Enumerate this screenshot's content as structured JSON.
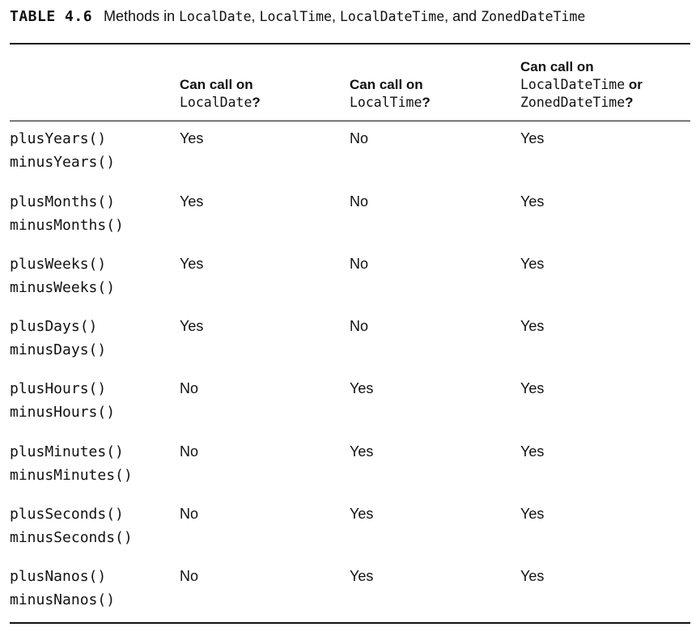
{
  "caption": {
    "label": "TABLE 4.6",
    "prefix": "Methods in",
    "class1": "LocalDate",
    "sep1": ",",
    "class2": "LocalTime",
    "sep2": ",",
    "class3": "LocalDateTime",
    "sep3": ", and",
    "class4": "ZonedDateTime"
  },
  "header": {
    "col1": {
      "line1": "Can call on",
      "code": "LocalDate",
      "suffix": "?"
    },
    "col2": {
      "line1": "Can call on",
      "code": "LocalTime",
      "suffix": "?"
    },
    "col3": {
      "line1": "Can call on",
      "code1": "LocalDateTime",
      "mid": "or",
      "code2": "ZonedDateTime",
      "suffix": "?"
    }
  },
  "rows": [
    {
      "plus": "plusYears()",
      "minus": "minusYears()",
      "localDate": "Yes",
      "localTime": "No",
      "dateTime": "Yes"
    },
    {
      "plus": "plusMonths()",
      "minus": "minusMonths()",
      "localDate": "Yes",
      "localTime": "No",
      "dateTime": "Yes"
    },
    {
      "plus": "plusWeeks()",
      "minus": "minusWeeks()",
      "localDate": "Yes",
      "localTime": "No",
      "dateTime": "Yes"
    },
    {
      "plus": "plusDays()",
      "minus": "minusDays()",
      "localDate": "Yes",
      "localTime": "No",
      "dateTime": "Yes"
    },
    {
      "plus": "plusHours()",
      "minus": "minusHours()",
      "localDate": "No",
      "localTime": "Yes",
      "dateTime": "Yes"
    },
    {
      "plus": "plusMinutes()",
      "minus": "minusMinutes()",
      "localDate": "No",
      "localTime": "Yes",
      "dateTime": "Yes"
    },
    {
      "plus": "plusSeconds()",
      "minus": "minusSeconds()",
      "localDate": "No",
      "localTime": "Yes",
      "dateTime": "Yes"
    },
    {
      "plus": "plusNanos()",
      "minus": "minusNanos()",
      "localDate": "No",
      "localTime": "Yes",
      "dateTime": "Yes"
    }
  ]
}
